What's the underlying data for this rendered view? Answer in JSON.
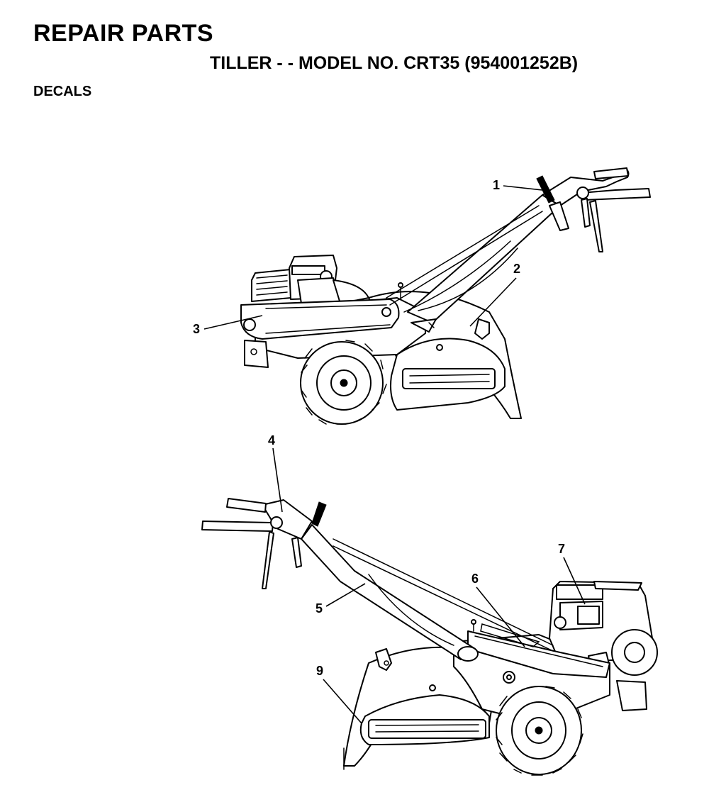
{
  "header": {
    "title": "REPAIR PARTS",
    "subtitle": "TILLER - - MODEL NO. CRT35 (954001252B)",
    "section": "DECALS"
  },
  "callouts": [
    "1",
    "2",
    "3",
    "4",
    "5",
    "6",
    "7",
    "9"
  ]
}
